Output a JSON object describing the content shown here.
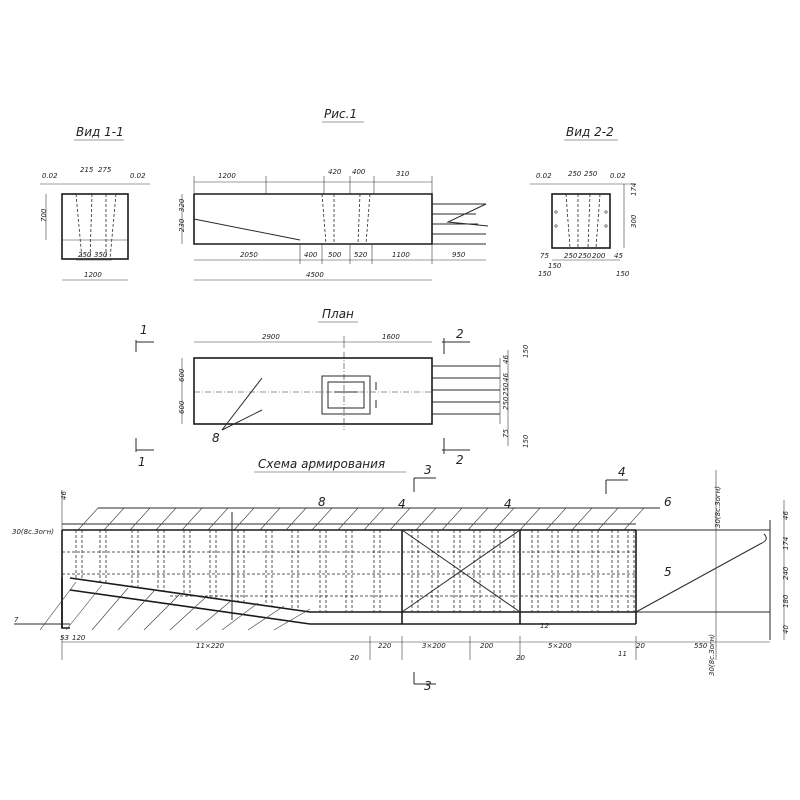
{
  "figure": {
    "title": "Рис.1"
  },
  "views": {
    "view11": {
      "label": "Вид 1-1",
      "dims": {
        "left": "0.02",
        "a": "215",
        "b": "275",
        "right": "0.02",
        "height": "700",
        "inner": "250",
        "inner2": "350",
        "width": "1200"
      }
    },
    "elevation": {
      "dims": {
        "top1": "1200",
        "top2": "420",
        "top3": "400",
        "top4": "310",
        "h1": "230",
        "h2": "320",
        "b1": "2050",
        "b2": "400",
        "b3": "500",
        "b4": "520",
        "b5": "1100",
        "b6": "950",
        "total": "4500"
      }
    },
    "view22": {
      "label": "Вид 2-2",
      "dims": {
        "left": "0.02",
        "a": "250",
        "b": "250",
        "right": "0.02",
        "h": "300",
        "h2": "174",
        "b1": "75",
        "b2": "150",
        "b3": "250",
        "b4": "250",
        "b5": "200",
        "b6": "45",
        "c1": "150",
        "c2": "150"
      }
    }
  },
  "plan": {
    "label": "План",
    "dims": {
      "top1": "2900",
      "top2": "1600",
      "left1": "600",
      "left2": "600",
      "r1": "46",
      "r2": "150",
      "r3": "46",
      "r4": "250",
      "r5": "250",
      "r6": "75",
      "r7": "150"
    },
    "markers": {
      "s1": "1",
      "s2": "2"
    },
    "note": "8"
  },
  "scheme": {
    "label": "Схема армирования",
    "markers": {
      "s3": "3",
      "s4": "4"
    },
    "callouts": {
      "c8": "8",
      "c4a": "4",
      "c4b": "4",
      "c6": "6",
      "c5": "5",
      "c12": "12",
      "c11": "11",
      "c7": "7"
    },
    "left_note": "30(8с.Зогн)",
    "left_46": "46",
    "right_note_top": "30(8с.Зогн)",
    "right_note_bot": "30(8с.Зогн)",
    "right_dims": {
      "d46": "46",
      "d174": "174",
      "d240": "240",
      "d180": "180",
      "d40": "40"
    },
    "bottom_dims": {
      "b1": "53",
      "b2": "120",
      "b3": "11×220",
      "b4": "20",
      "b5": "220",
      "b6": "3×200",
      "b7": "200",
      "b8": "20",
      "b9": "5×200",
      "b10": "20",
      "b11": "550"
    }
  }
}
